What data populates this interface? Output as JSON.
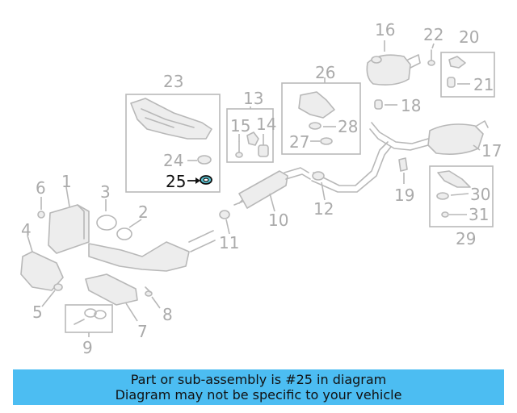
{
  "callouts": {
    "c1": "1",
    "c2": "2",
    "c3": "3",
    "c4": "4",
    "c5": "5",
    "c6": "6",
    "c7": "7",
    "c8": "8",
    "c9": "9",
    "c10": "10",
    "c11": "11",
    "c12": "12",
    "c13": "13",
    "c14": "14",
    "c15": "15",
    "c16": "16",
    "c17": "17",
    "c18": "18",
    "c19": "19",
    "c20": "20",
    "c21": "21",
    "c22": "22",
    "c23": "23",
    "c24": "24",
    "c25": "25",
    "c26": "26",
    "c27": "27",
    "c28": "28",
    "c29": "29",
    "c30": "30",
    "c31": "31"
  },
  "highlight": {
    "part_number": "25",
    "color": "#111111",
    "part_fill": "#5bc8d8"
  },
  "banner": {
    "line1": "Part or sub-assembly is #25 in diagram",
    "line2": "Diagram may not be specific to your vehicle",
    "background": "#4cbdf2"
  }
}
